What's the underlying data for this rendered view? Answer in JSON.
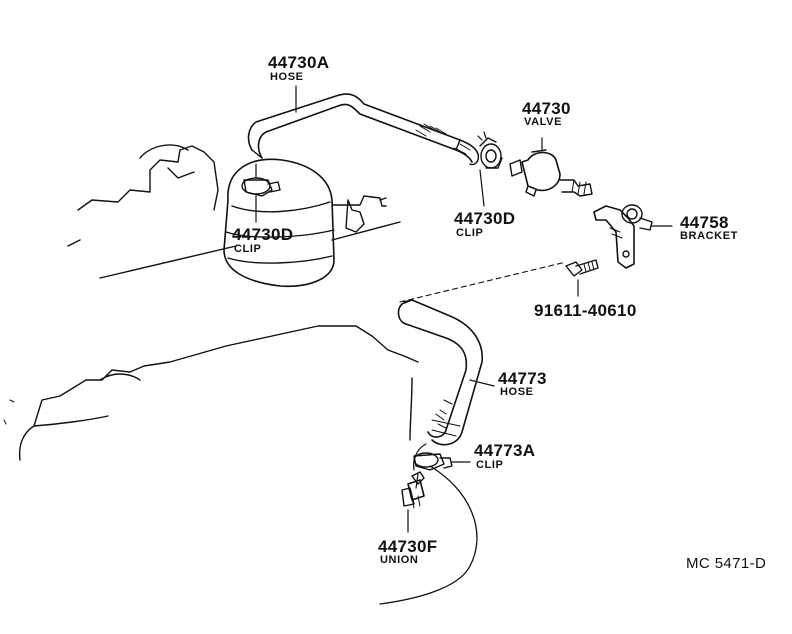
{
  "parts": {
    "hose_top": {
      "number": "44730A",
      "name": "HOSE"
    },
    "clip_left": {
      "number": "44730D",
      "name": "CLIP"
    },
    "valve": {
      "number": "44730",
      "name": "VALVE"
    },
    "clip_right": {
      "number": "44730D",
      "name": "CLIP"
    },
    "bracket": {
      "number": "44758",
      "name": "BRACKET"
    },
    "bolt": {
      "number": "91611-40610"
    },
    "hose_lower": {
      "number": "44773",
      "name": "HOSE"
    },
    "clip_lower": {
      "number": "44773A",
      "name": "CLIP"
    },
    "union": {
      "number": "44730F",
      "name": "UNION"
    }
  },
  "reference": "MC  5471-D",
  "colors": {
    "ink": "#111111",
    "background": "#ffffff"
  }
}
